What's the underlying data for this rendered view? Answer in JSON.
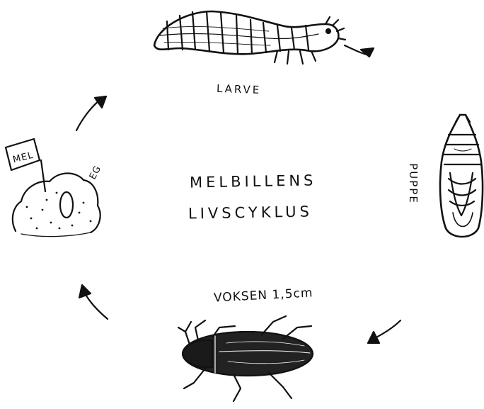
{
  "diagram": {
    "title_line1": "MELBILLENS",
    "title_line2": "LIVSCYKLUS",
    "stages": {
      "larva": "LARVE",
      "pupa": "PUPPE",
      "adult": "VOKSEN 1,5cm",
      "egg": "EG"
    },
    "flour_sign": "MEL"
  }
}
